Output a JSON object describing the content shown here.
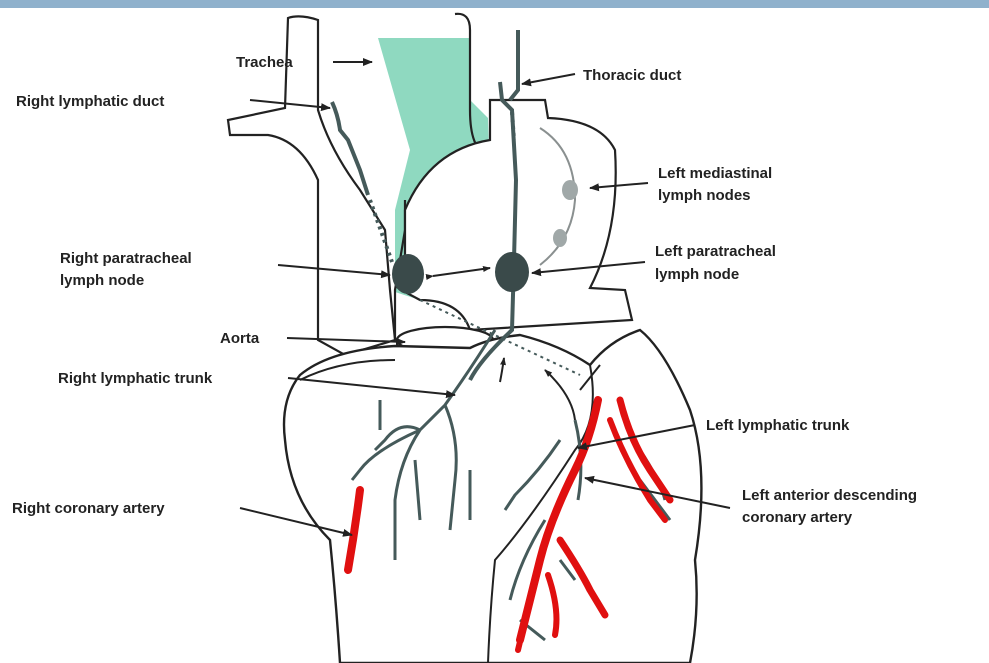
{
  "colors": {
    "top_bar": "#8fb1cc",
    "mediastinum_fill": "#8fd9c0",
    "outline": "#222222",
    "lymph_vessel": "#455a5a",
    "lymph_node": "#3a4a4a",
    "mediastinal_node": "#a0a8a8",
    "coronary_artery": "#e01010"
  },
  "labels": {
    "trachea": "Trachea",
    "thoracic_duct": "Thoracic duct",
    "right_lymphatic_duct": "Right lymphatic duct",
    "left_mediastinal_1": "Left mediastinal",
    "left_mediastinal_2": "lymph nodes",
    "right_paratracheal_1": "Right paratracheal",
    "right_paratracheal_2": "lymph node",
    "left_paratracheal_1": "Left paratracheal",
    "left_paratracheal_2": "lymph node",
    "aorta": "Aorta",
    "right_lymphatic_trunk": "Right lymphatic trunk",
    "left_lymphatic_trunk": "Left lymphatic trunk",
    "right_coronary_artery": "Right coronary artery",
    "lad_1": "Left anterior descending",
    "lad_2": "coronary artery"
  }
}
